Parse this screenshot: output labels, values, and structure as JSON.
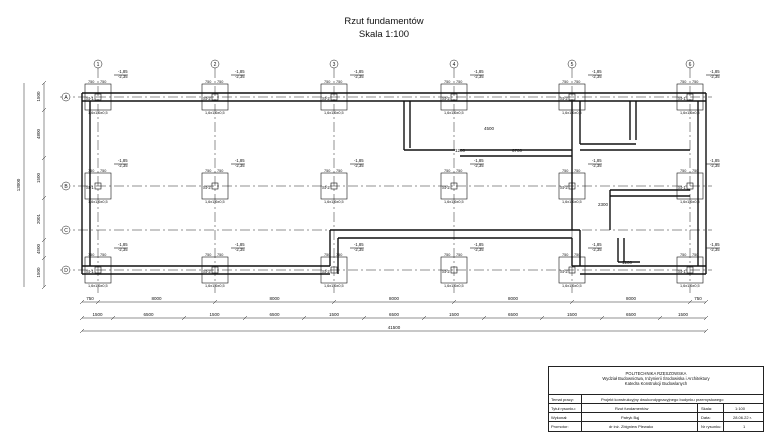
{
  "drawing": {
    "title": "Rzut fundamentów",
    "scale_label": "Skala 1:100",
    "axes_columns": [
      "1",
      "2",
      "3",
      "4",
      "5",
      "6"
    ],
    "axes_rows": [
      "A",
      "B",
      "C",
      "D"
    ],
    "elevation_top": "-1,85",
    "elevation_bottom": "-2,35",
    "footing_labels": [
      "St-1",
      "St-2"
    ],
    "footing_size_label": "1,6x1,6x0,5",
    "footing_half_dim": "750",
    "span_dims_row1": [
      "750",
      "8000",
      "8000",
      "8000",
      "8000",
      "8000",
      "750"
    ],
    "span_dims_row2": [
      "1500",
      "6500",
      "1500",
      "6500",
      "1500",
      "6500",
      "1500",
      "6500",
      "1500",
      "6500",
      "1500"
    ],
    "total_dim": "41500",
    "vertical_dims": [
      "1500",
      "4800",
      "1500",
      "2001",
      "4500",
      "1500"
    ],
    "vertical_total": "13000",
    "inner_dims": [
      "1200",
      "6700",
      "2300",
      "1200",
      "4500"
    ]
  },
  "title_block": {
    "institution": "POLITECHNIKA RZESZOWSKA",
    "faculty": "Wydział Budownictwa, Inżynierii Środowiska i Architektury",
    "department": "Katedra Konstrukcji Budowlanych",
    "rows": [
      {
        "label": "Temat pracy:",
        "value": "Projekt konstrukcyjny dwukondygnacyjnego budynku przemysłowego",
        "key2": "",
        "val2": ""
      },
      {
        "label": "Tytuł rysunku:",
        "value": "Rzut fundamentów",
        "key2": "Skala:",
        "val2": "1:100"
      },
      {
        "label": "Wykonał:",
        "value": "Patryk Bąj",
        "key2": "Data:",
        "val2": "28.06.22 r."
      },
      {
        "label": "Promotor:",
        "value": "dr inż. Zbigniew Plewako",
        "key2": "Nr rysunku:",
        "val2": "1"
      }
    ]
  }
}
